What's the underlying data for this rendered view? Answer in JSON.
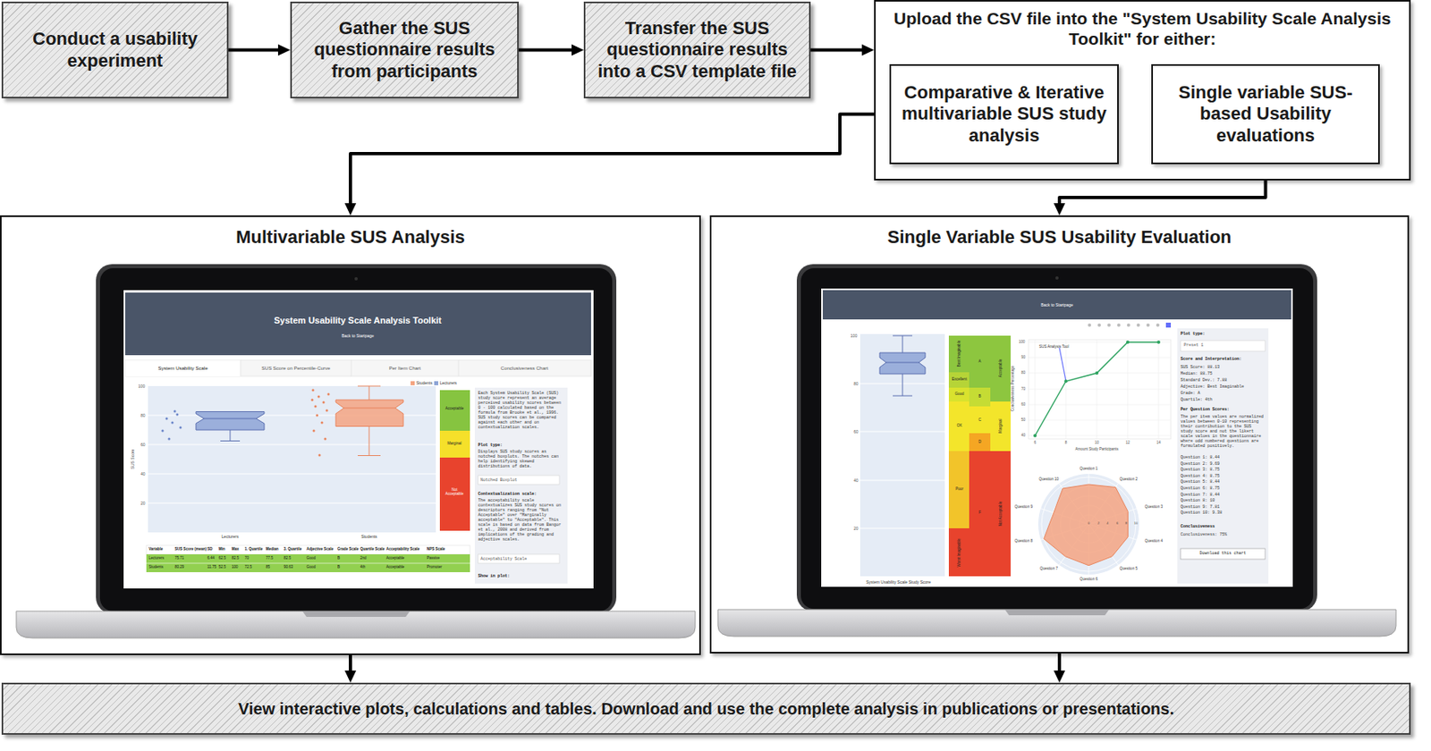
{
  "diagram": {
    "nodes": [
      {
        "text": [
          "Conduct a usability experiment"
        ]
      },
      {
        "text": [
          "Gather the SUS questionnaire results from participants"
        ]
      },
      {
        "text": [
          "Transfer the SUS questionnaire results into a CSV template file"
        ]
      },
      {
        "text": [
          "Upload the CSV file into the \"System Usability Scale Analysis Toolkit\" for either:"
        ]
      },
      {
        "text": [
          "Comparative & Iterative multivariable SUS study analysis"
        ],
        "in": 3
      },
      {
        "text": [
          "Single variable SUS-based Usability evaluations"
        ],
        "in": 3
      },
      {
        "text": [
          "Multivariable SUS Analysis"
        ]
      },
      {
        "text": [
          "Single Variable SUS Usability Evaluation"
        ]
      },
      {
        "text": [
          "View interactive plots, calculations and tables. Download and use the complete analysis in publications or presentations."
        ]
      }
    ],
    "edges": [
      {
        "from": 0,
        "to": 1,
        "arrow": "to"
      },
      {
        "from": 1,
        "to": 2,
        "arrow": "to"
      },
      {
        "from": 2,
        "to": 3,
        "arrow": "to"
      },
      {
        "from": 4,
        "to": 6,
        "arrow": "to"
      },
      {
        "from": 5,
        "to": 7,
        "arrow": "to"
      },
      {
        "from": 6,
        "to": 8,
        "arrow": "to"
      },
      {
        "from": 7,
        "to": 8,
        "arrow": "to"
      }
    ],
    "labels": [
      "System Usability Scale Analysis Toolkit",
      "Back to Startpage",
      "System Usability Scale",
      "SUS Score on Percentile-Curve",
      "Per Item Chart",
      "Conclusiveness Chart",
      "100",
      "80",
      "60",
      "40",
      "20",
      "SUS Score",
      "Lecturers",
      "Students",
      "Acceptable",
      "Marginal",
      "Not Acceptable",
      "Each System Usability Scale (SUS) study score represent an average perceived usability scores between 0 - 100 calculated based on the formula from Brooke et al., 1996. SUS study scores can be compared against each other and on contextualization scales.",
      "Plot type:",
      "Displays SUS study scores as notched boxplots. The notches can help identifying skewed distributions of data.",
      "Notched Boxplot",
      "Contextualization scale:",
      "The acceptability scale contextualizes SUS study scores on descriptors ranging from \"Not Acceptable\" over \"Marginally acceptable\" to \"Acceptable\". This scale is based on data from Bangor et al., 2008 and derived from implications of the grading and adjective scales.",
      "Acceptability Scale",
      "Show in plot:",
      "Variable",
      "SUS Score (mean)",
      "SD",
      "Min",
      "Max",
      "1. Quartile",
      "Median",
      "3. Quartile",
      "Adjective Scale",
      "Grade Scale",
      "Quartile Scale",
      "Acceptability Scale",
      "NPS Scale",
      "Lecturers",
      "75.71",
      "6.44",
      "62.5",
      "82.5",
      "70",
      "77.5",
      "82.5",
      "Good",
      "B",
      "2nd",
      "Acceptable",
      "Passive",
      "Students",
      "80.29",
      "11.75",
      "52.5",
      "100",
      "72.5",
      "85",
      "90.63",
      "Good",
      "B",
      "4th",
      "Acceptable",
      "Promoter",
      "Back to Startpage",
      "100",
      "80",
      "60",
      "40",
      "20",
      "System Usability Scale Study Score",
      "Best Imaginable",
      "Excellent",
      "Good",
      "OK",
      "Poor",
      "Worst Imaginable",
      "A",
      "B",
      "C",
      "D",
      "F",
      "Acceptable",
      "Marginal",
      "Not Acceptable",
      "SUS Analysis Tool",
      "100",
      "90",
      "80",
      "70",
      "60",
      "50",
      "40",
      "Conclusiveness Percentage",
      "6",
      "8",
      "10",
      "12",
      "14",
      "Amount Study Participants",
      "Question 1",
      "Question 2",
      "Question 3",
      "Question 4",
      "Question 5",
      "Question 6",
      "Question 7",
      "Question 8",
      "Question 9",
      "Question 10",
      "0",
      "2",
      "4",
      "6",
      "8",
      "10",
      "Plot type:",
      "Preset 1",
      "Score and Interpretation:",
      "SUS Score: 88.13",
      "Median: 88.75",
      "Standard Dev.: 7.88",
      "Adjective: Best Imaginable",
      "Grade: A",
      "Quartile: 4th",
      "Per Question Scores:",
      "The per item values are normalized values between 0-10 representing their contribution to the SUS study score and not the likert scale values in the questionnaire where odd numbered questions are formulated positively.",
      "Question 1: 8.44",
      "Question 2: 9.69",
      "Question 3: 8.75",
      "Question 4: 8.75",
      "Question 5: 8.44",
      "Question 6: 8.75",
      "Question 7: 8.44",
      "Question 8: 10",
      "Question 9: 7.81",
      "Question 10: 9.38",
      "Conclusiveness",
      "Conclusiveness: 75%",
      "Download this chart"
    ],
    "legend": [
      {
        "text": "Students",
        "color": "#f4a582"
      },
      {
        "text": "Lecturers",
        "color": "#8ea5d6"
      }
    ]
  }
}
